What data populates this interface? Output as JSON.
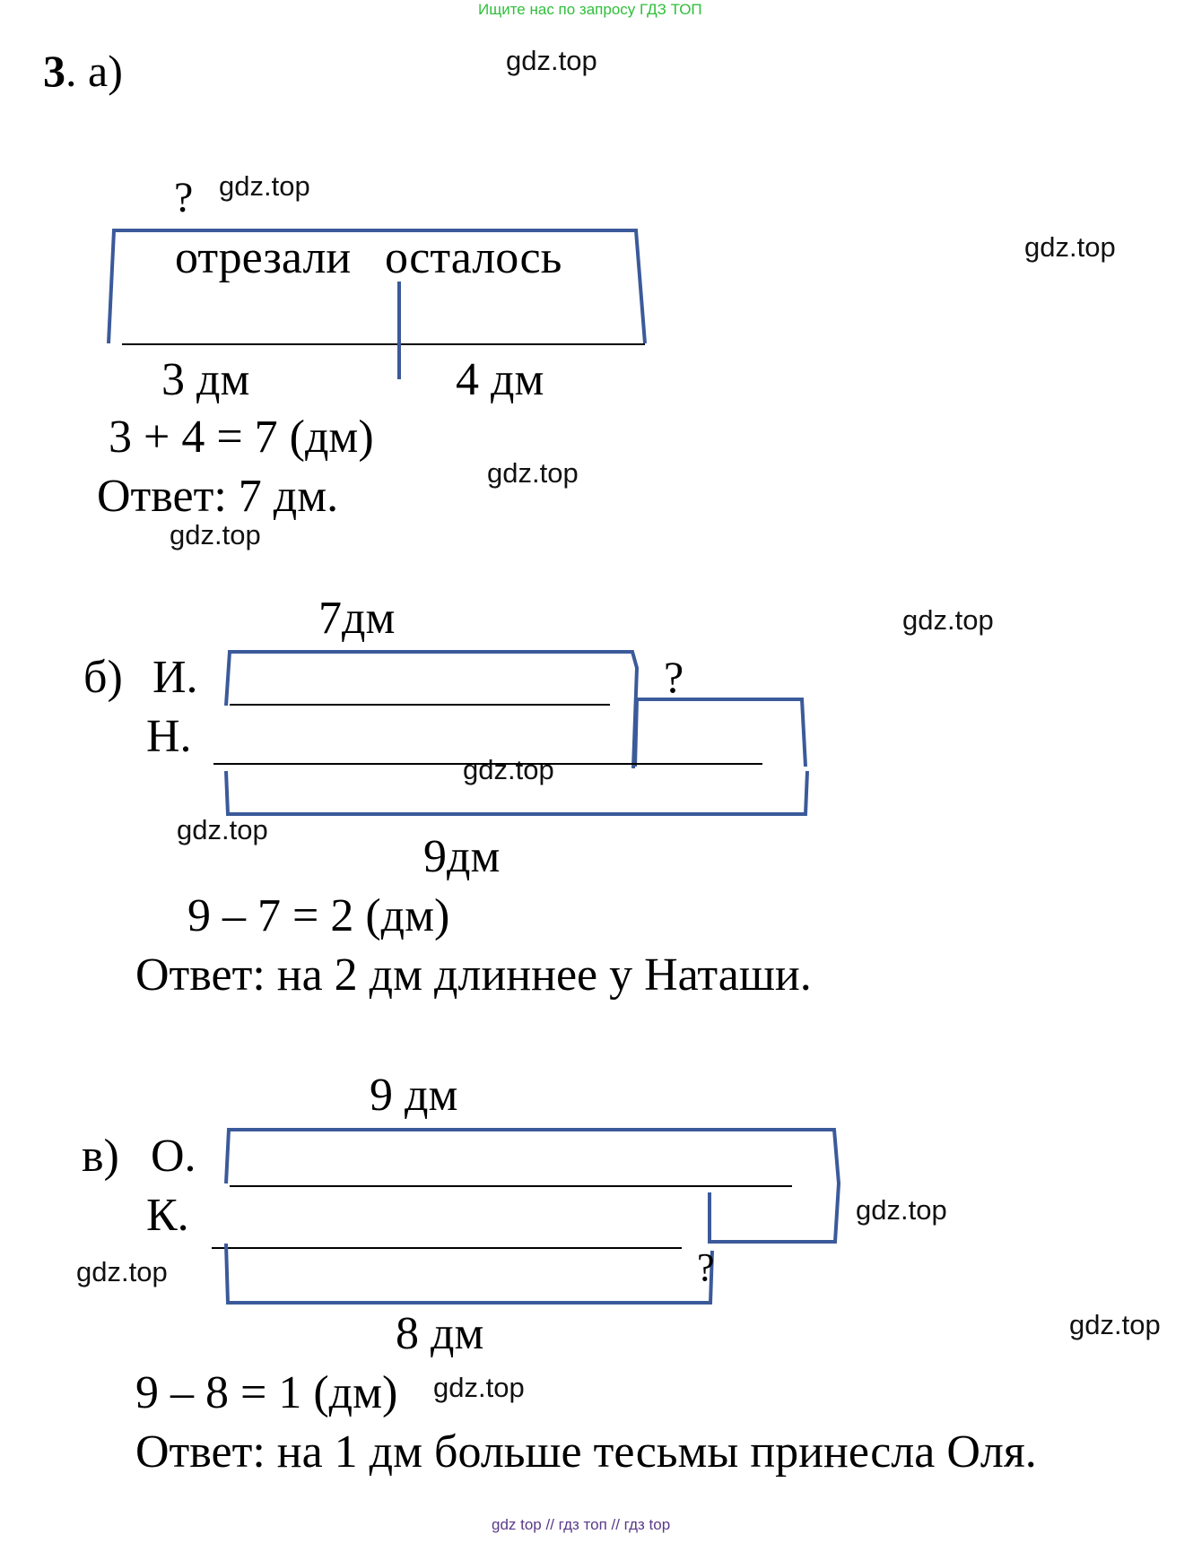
{
  "banner": "Ищите нас по запросу ГДЗ ТОП",
  "task": {
    "number": "3",
    "number_suffix": ". а)"
  },
  "watermark": "gdz.top",
  "part_a": {
    "question": "?",
    "label_left": "отрезали",
    "label_right": "осталось",
    "seg_left": "3 дм",
    "seg_right": "4 дм",
    "equation": "3 + 4 = 7 (дм)",
    "answer": "Ответ: 7 дм."
  },
  "part_b": {
    "letter": "б)",
    "top_length": "7дм",
    "row1": "И.",
    "row2": "Н.",
    "question": "?",
    "bottom_length": "9дм",
    "equation": "9 – 7 = 2 (дм)",
    "answer": "Ответ: на 2 дм длиннее у Наташи."
  },
  "part_c": {
    "letter": "в)",
    "top_length": "9 дм",
    "row1": "О.",
    "row2": "К.",
    "question": "?",
    "bottom_length": "8 дм",
    "equation": "9 – 8 = 1 (дм)",
    "answer": "Ответ: на 1 дм больше тесьмы принесла Оля."
  },
  "footer": "gdz top  //  гдз топ  //  гдз top",
  "colors": {
    "bracket": "#3b5a9a",
    "banner": "#2fbf3a",
    "footer": "#5a3a8a"
  }
}
